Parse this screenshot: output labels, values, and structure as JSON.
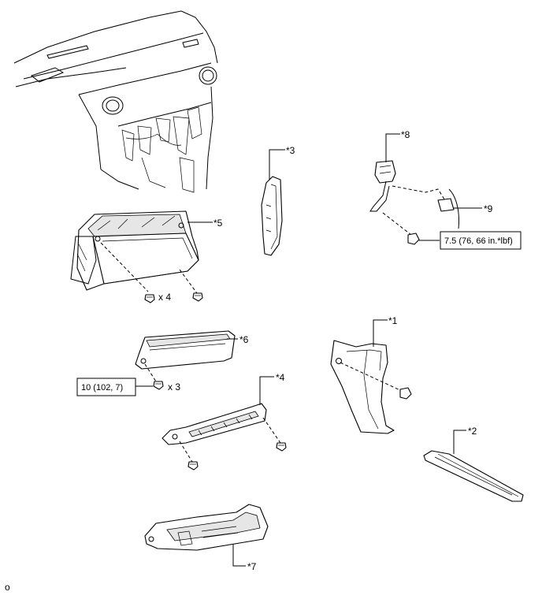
{
  "callouts": {
    "c1": "*1",
    "c2": "*2",
    "c3": "*3",
    "c4": "*4",
    "c5": "*5",
    "c6": "*6",
    "c7": "*7",
    "c8": "*8",
    "c9": "*9"
  },
  "quantities": {
    "screws_glovebox": "x 4",
    "screws_panel6": "x 3"
  },
  "torque": {
    "nut_8": "7.5 (76, 66 in.*lbf)",
    "screws_6": "10 (102, 7)"
  },
  "corner_mark": "o"
}
